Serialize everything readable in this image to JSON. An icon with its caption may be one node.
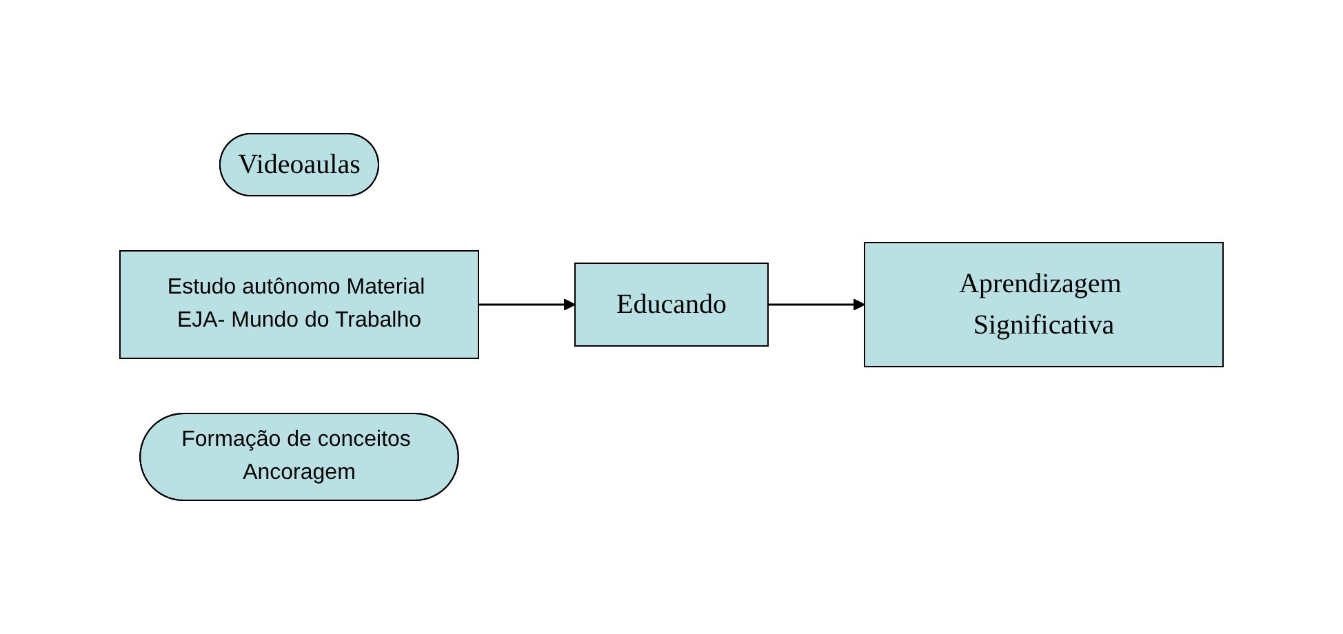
{
  "diagram": {
    "nodes": [
      {
        "text": [
          "Videoaulas"
        ]
      },
      {
        "text": [
          "Estudo autônomo Material EJA- Mundo do Trabalho"
        ]
      },
      {
        "text": [
          "Educando"
        ]
      },
      {
        "text": [
          "Aprendizagem Significativa"
        ]
      },
      {
        "text": [
          "Formação de conceitos Ancoragem"
        ]
      }
    ],
    "edges": [
      {
        "from": 1,
        "to": 2,
        "arrow": "to"
      },
      {
        "from": 2,
        "to": 3,
        "arrow": "to"
      }
    ]
  }
}
